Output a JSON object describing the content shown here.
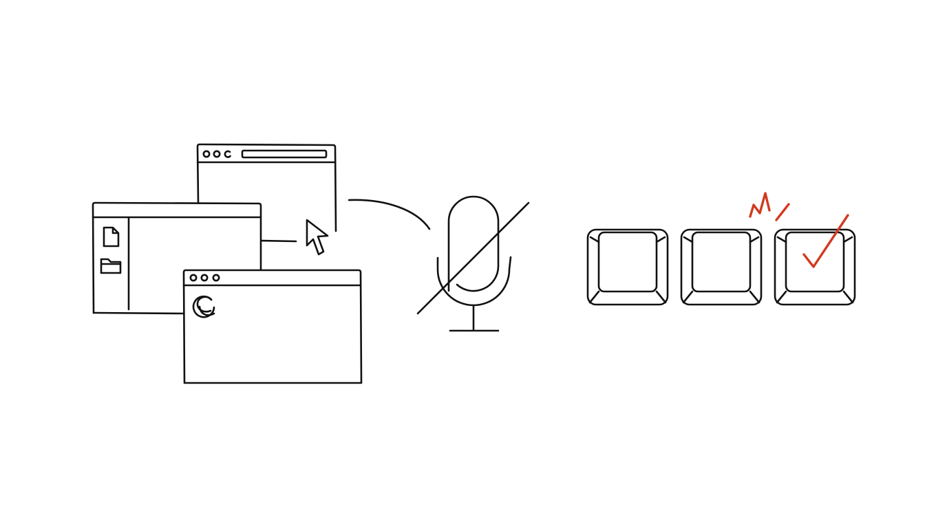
{
  "colors": {
    "background": "#ffffff",
    "ink": "#111111",
    "accent": "#d13a1f"
  },
  "illustration": {
    "windows": [
      {
        "name": "browser-window-top",
        "icon": "three-dots-reload-address-bar"
      },
      {
        "name": "file-explorer-window",
        "icon": "file-icon, folder-icon"
      },
      {
        "name": "edge-browser-window",
        "icon": "edge-logo-icon"
      }
    ],
    "microphone": {
      "state": "muted",
      "icon": "microphone-muted-icon"
    },
    "keys": [
      {
        "name": "key-1",
        "checked": false
      },
      {
        "name": "key-2",
        "checked": false
      },
      {
        "name": "key-3",
        "checked": true
      }
    ]
  }
}
